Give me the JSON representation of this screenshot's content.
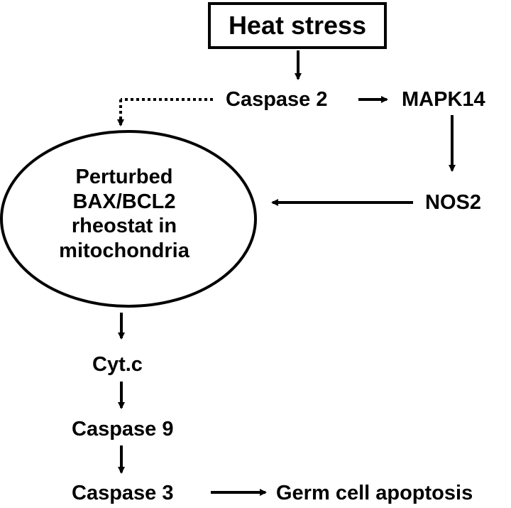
{
  "nodes": {
    "heat_stress": "Heat stress",
    "caspase2": "Caspase 2",
    "mapk14": "MAPK14",
    "nos2": "NOS2",
    "mitochondria_lines": [
      "Perturbed",
      "BAX/BCL2",
      "rheostat in",
      "mitochondria"
    ],
    "cytc": "Cyt.c",
    "caspase9": "Caspase 9",
    "caspase3": "Caspase 3",
    "apoptosis": "Germ cell apoptosis"
  },
  "colors": {
    "ink": "#000000",
    "background": "#ffffff"
  }
}
